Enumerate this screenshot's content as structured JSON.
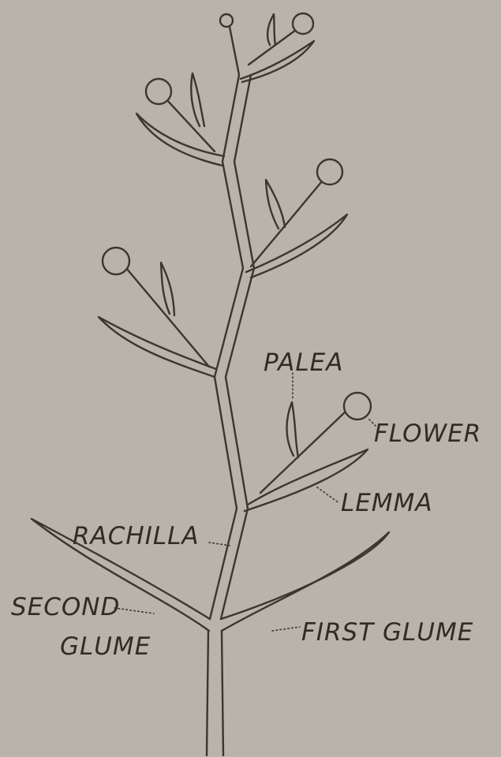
{
  "labels": {
    "palea": "PALEA",
    "flower": "FLOWER",
    "lemma": "LEMMA",
    "rachilla": "RACHILLA",
    "second_line1": "SECOND",
    "second_line2": "GLUME",
    "first_glume": "FIRST GLUME"
  },
  "colors": {
    "background": "#b9b3a9",
    "ink": "#3a3632"
  }
}
